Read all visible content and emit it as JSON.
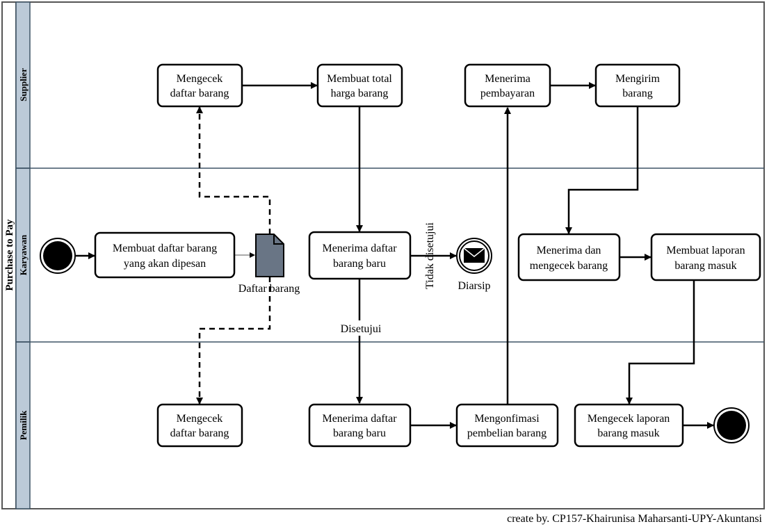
{
  "pool": {
    "title": "Purchase to Pay"
  },
  "lanes": {
    "supplier": "Supplier",
    "karyawan": "Karyawan",
    "pemilik": "Pemilik"
  },
  "supplier": {
    "cek_daftar": [
      "Mengecek",
      "daftar barang"
    ],
    "total_harga": [
      "Membuat total",
      "harga barang"
    ],
    "terima_bayar": [
      "Menerima",
      "pembayaran"
    ],
    "kirim_barang": [
      "Mengirim",
      "barang"
    ]
  },
  "karyawan": {
    "buat_daftar": [
      "Membuat daftar barang",
      "yang akan dipesan"
    ],
    "dokumen": "Daftar barang",
    "terima_daftar": [
      "Menerima daftar",
      "barang baru"
    ],
    "diarsip": "Diarsip",
    "cek_barang": [
      "Menerima dan",
      "mengecek barang"
    ],
    "laporan": [
      "Membuat laporan",
      "barang masuk"
    ]
  },
  "pemilik": {
    "cek_daftar": [
      "Mengecek",
      "daftar barang"
    ],
    "terima_daftar": [
      "Menerima daftar",
      "barang baru"
    ],
    "konfirmasi": [
      "Mengonfimasi",
      "pembelian barang"
    ],
    "cek_laporan": [
      "Mengecek laporan",
      "barang masuk"
    ]
  },
  "edge_labels": {
    "disetujui": "Disetujui",
    "tidak_disetujui": "Tidak disetujui"
  },
  "footer": {
    "credit": "create by. CP157-Khairunisa Maharsanti-UPY-Akuntansi"
  },
  "colors": {
    "lane_header": "#bccad8",
    "lane_border": "#3e5466",
    "document": "#697585",
    "stroke": "#000000"
  }
}
